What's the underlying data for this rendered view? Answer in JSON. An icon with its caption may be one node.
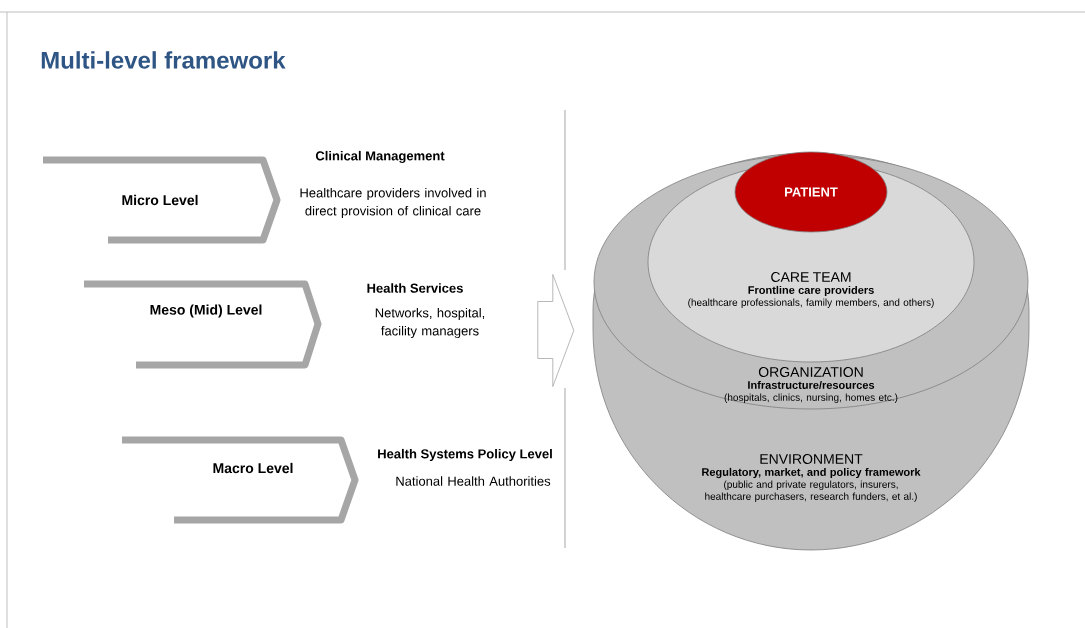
{
  "diagram": {
    "title": "Multi-level framework",
    "nodes": [
      {
        "text": [
          "Micro Level"
        ],
        "beside": [
          "Clinical Management",
          "Healthcare providers involved in direct provision of clinical care"
        ]
      },
      {
        "text": [
          "Meso (Mid) Level"
        ],
        "beside": [
          "Health Services",
          "Networks, hospital, facility managers"
        ]
      },
      {
        "text": [
          "Macro Level"
        ],
        "beside": [
          "Health Systems Policy Level",
          "National Health Authorities"
        ]
      },
      {
        "text": [
          "ENVIRONMENT",
          "Regulatory, market, and policy framework",
          "(public and private regulators, insurers, healthcare purchasers, research funders, et al.)"
        ]
      },
      {
        "text": [
          "ORGANIZATION",
          "Infrastructure/resources",
          "(hospitals, clinics, nursing, homes etc.)"
        ],
        "in": 3
      },
      {
        "text": [
          "CARE TEAM",
          "Frontline care providers",
          "(healthcare professionals, family members, and others)"
        ],
        "in": 4
      },
      {
        "text": [
          "PATIENT"
        ],
        "in": 5
      }
    ],
    "edges": [
      {
        "from": null,
        "to": 3,
        "arrow": "to"
      }
    ]
  }
}
